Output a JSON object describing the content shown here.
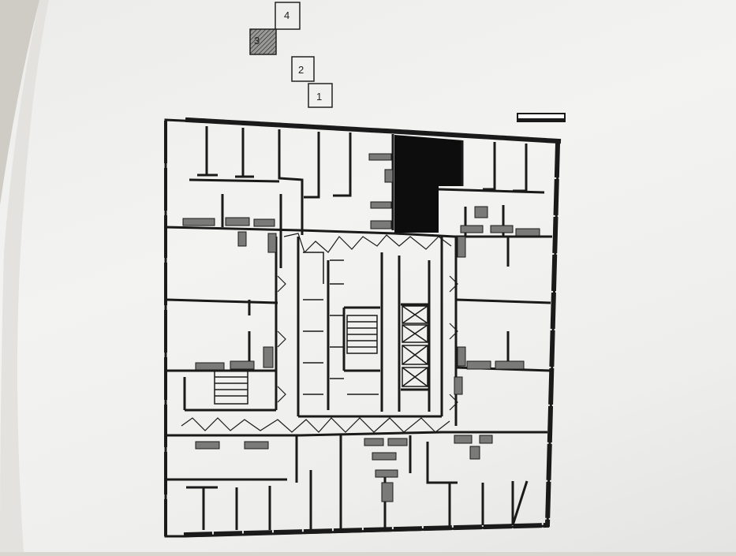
{
  "document": {
    "type": "floor-plan",
    "key_plan": {
      "sections": [
        {
          "label": "4",
          "highlighted": false
        },
        {
          "label": "3",
          "highlighted": true
        },
        {
          "label": "2",
          "highlighted": false
        },
        {
          "label": "1",
          "highlighted": false
        }
      ]
    },
    "colors": {
      "wall": "#1a1a1a",
      "highlight_fill": "#0d0d0d",
      "paper": "#f1f1ef"
    }
  }
}
